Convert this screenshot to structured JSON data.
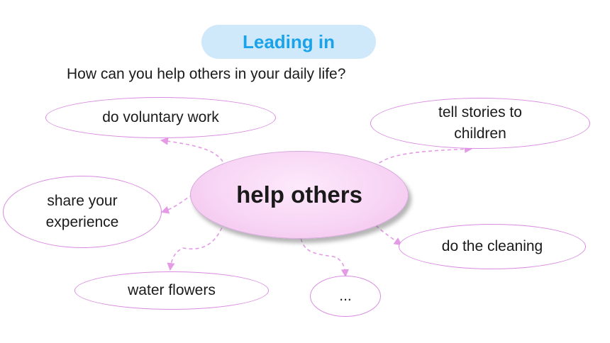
{
  "title": "Leading in",
  "question": "How can you help others in your daily life?",
  "center": "help others",
  "nodes": {
    "voluntary": "do voluntary work",
    "stories": "tell stories to\nchildren",
    "share": "share your\nexperience",
    "cleaning": "do the cleaning",
    "flowers": "water flowers",
    "more": "..."
  },
  "colors": {
    "title_bg": "#cfe9fb",
    "title_text": "#1aa3e8",
    "node_border": "#d98be0",
    "center_fill": "#f7d3f4",
    "connector": "#e39be6"
  }
}
